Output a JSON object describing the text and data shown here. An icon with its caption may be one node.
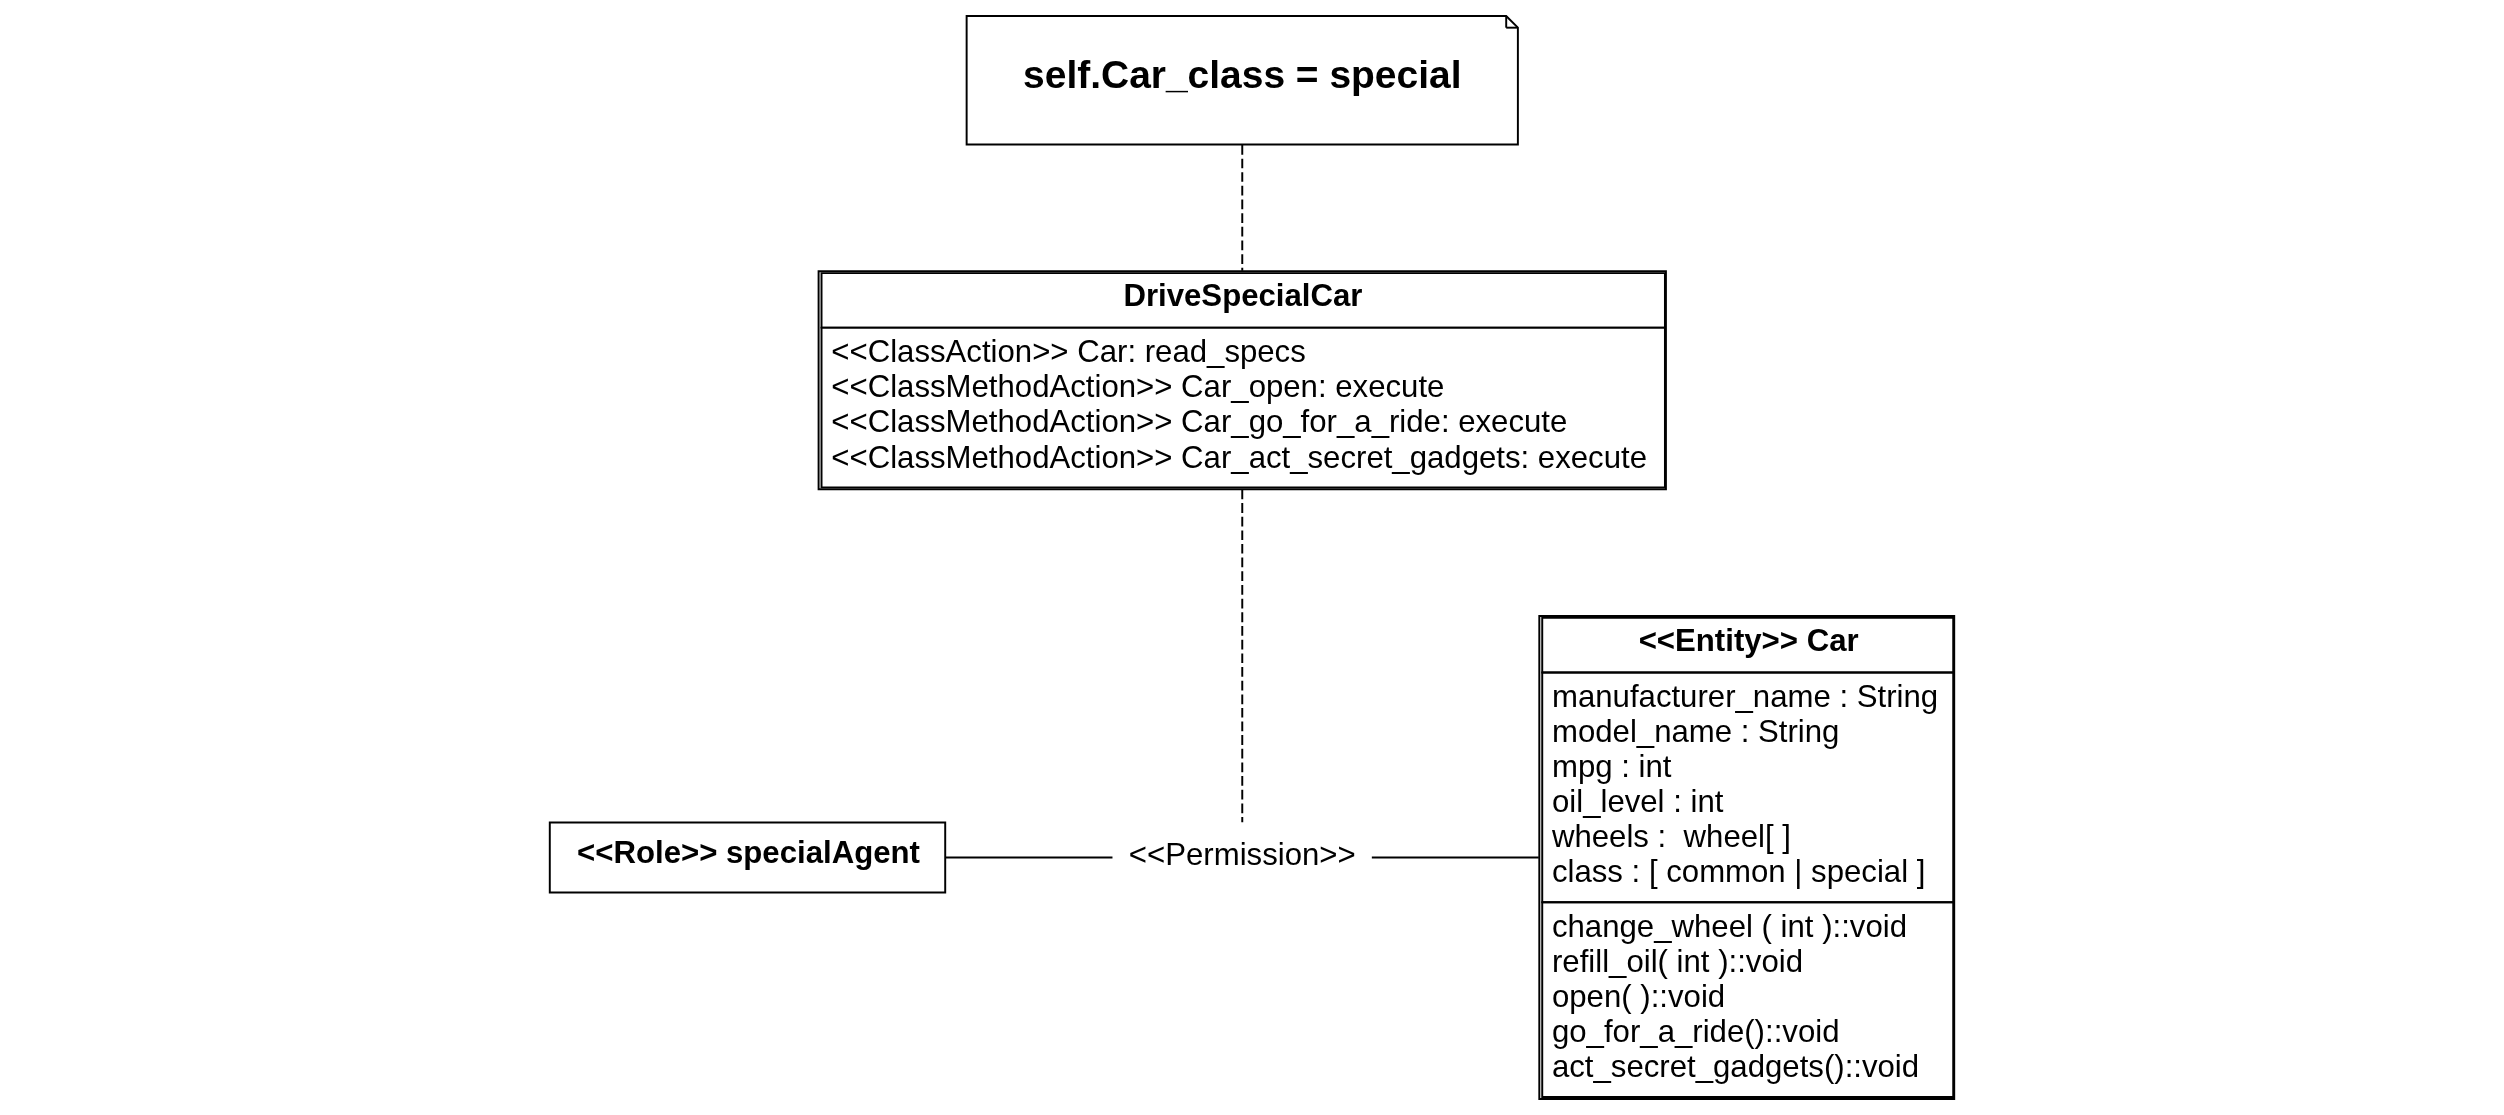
{
  "diagram": {
    "nodes": [
      {
        "text": [
          "self.Car_class = special"
        ]
      },
      {
        "text": [
          "DriveSpecialCar",
          "<<ClassAction>> Car: read_specs",
          "<<ClassMethodAction>> Car_open: execute",
          "<<ClassMethodAction>> Car_go_for_a_ride: execute",
          "<<ClassMethodAction>> Car_act_secret_gadgets: execute"
        ]
      },
      {
        "text": [
          "<<Role>> specialAgent"
        ]
      },
      {
        "text": [
          "<<Permission>>"
        ]
      },
      {
        "text": [
          "<<Entity>> Car",
          "manufacturer_name : String",
          "model_name : String",
          "mpg : int",
          "oil_level : int",
          "wheels :  wheel[ ]",
          "class : [ common | special ]",
          "change_wheel ( int )::void",
          "refill_oil( int )::void",
          "open( )::void",
          "go_for_a_ride()::void",
          "act_secret_gadgets()::void"
        ]
      }
    ],
    "edges": [
      {
        "from": 0,
        "to": 1,
        "arrow": "none",
        "style": "dashed"
      },
      {
        "from": 1,
        "to": 3,
        "arrow": "none",
        "style": "dashed"
      },
      {
        "from": 2,
        "to": 3,
        "arrow": "none"
      },
      {
        "from": 3,
        "to": 4,
        "arrow": "none"
      }
    ]
  }
}
